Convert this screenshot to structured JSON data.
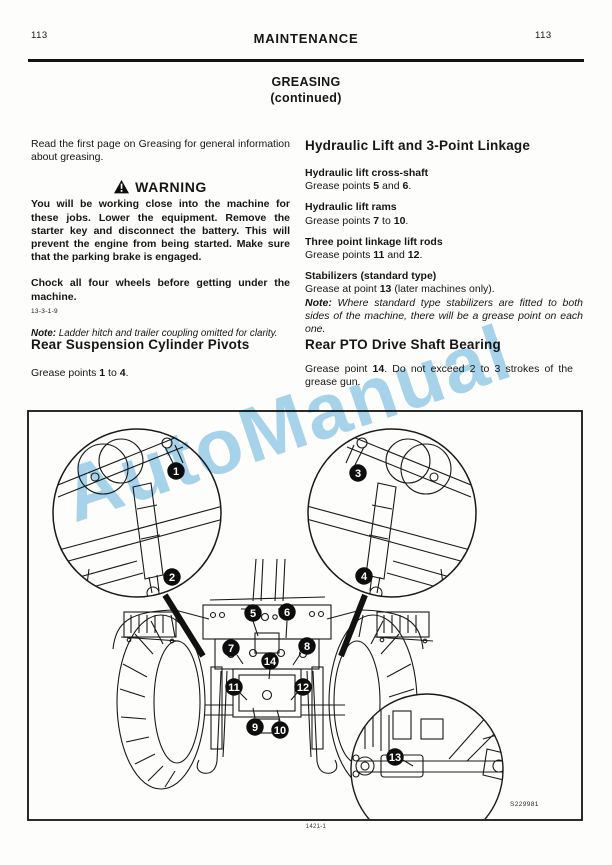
{
  "header": {
    "page_number_left": "113",
    "page_number_right": "113",
    "title": "MAINTENANCE"
  },
  "section": {
    "title": "GREASING",
    "subtitle": "(continued)"
  },
  "watermark": {
    "text": "AutoManual",
    "color": "#a7d5ee"
  },
  "left_column": {
    "intro": "Read the first page on Greasing for general information about greasing.",
    "warning_label": "WARNING",
    "warning_p1": "You will be working close into the machine for these jobs. Lower the equipment. Remove the starter key and disconnect the battery. This will prevent the engine from being started. Make sure that the parking brake is engaged.",
    "warning_p2": "Chock all four wheels before getting under the machine.",
    "ref_code": "13-3-1-9",
    "note_label": "Note:",
    "note_body": " Ladder hitch and trailer coupling omitted for clarity.",
    "heading2": "Rear Suspension Cylinder Pivots",
    "grease": {
      "pre": "Grease points ",
      "n1": "1",
      "mid": " to ",
      "n2": "4",
      "post": "."
    }
  },
  "right_column": {
    "heading1": "Hydraulic Lift and 3-Point Linkage",
    "items": [
      {
        "head": "Hydraulic lift cross-shaft",
        "pre": "Grease points ",
        "n1": "5",
        "mid": " and ",
        "n2": "6",
        "post": "."
      },
      {
        "head": "Hydraulic lift rams",
        "pre": "Grease points ",
        "n1": "7",
        "mid": " to ",
        "n2": "10",
        "post": "."
      },
      {
        "head": "Three point linkage lift rods",
        "pre": "Grease points ",
        "n1": "11",
        "mid": " and ",
        "n2": "12",
        "post": "."
      },
      {
        "head": "Stabilizers (standard type)",
        "pre": "Grease at point ",
        "n1": "13",
        "mid": "",
        "n2": "",
        "post": " (later machines only)."
      }
    ],
    "note_label": "Note:",
    "note_body": " Where standard type stabilizers are fitted to both sides of the machine, there will be a grease point on each one.",
    "heading2": "Rear PTO Drive Shaft Bearing",
    "pto": {
      "pre": "Grease point ",
      "n1": "14",
      "post": ". Do not exceed 2 to 3 strokes of the grease gun."
    }
  },
  "diagram": {
    "badges": [
      "1",
      "2",
      "3",
      "4",
      "5",
      "6",
      "7",
      "8",
      "9",
      "10",
      "11",
      "12",
      "13",
      "14"
    ],
    "image_code": "S229981",
    "footer_code": "1421-1"
  }
}
